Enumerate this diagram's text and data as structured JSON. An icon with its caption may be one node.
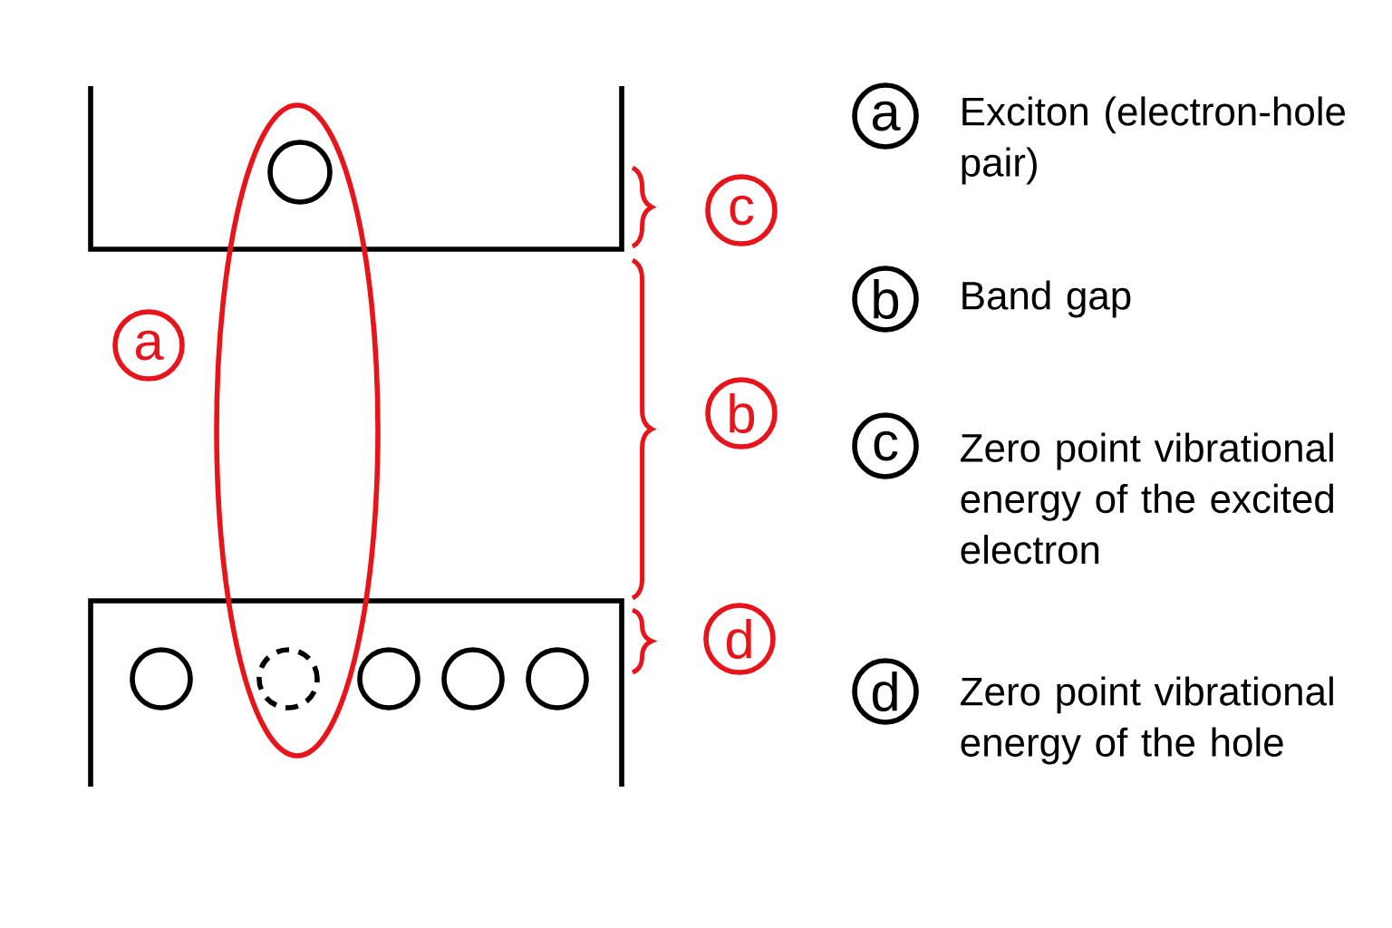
{
  "diagram": {
    "nodes": [
      {
        "text": [],
        "shape": "circle"
      },
      {
        "text": [
          "c"
        ]
      },
      {
        "text": [
          "a"
        ]
      },
      {
        "text": [
          "b"
        ]
      },
      {
        "text": [],
        "shape": "circle"
      },
      {
        "text": [],
        "shape": "circle"
      },
      {
        "text": [],
        "shape": "circle"
      },
      {
        "text": [],
        "shape": "circle"
      },
      {
        "text": [],
        "shape": "circle"
      },
      {
        "text": [
          "d"
        ]
      },
      {
        "text": [
          "a"
        ],
        "beside": [
          "Exciton (electron-hole pair)"
        ]
      },
      {
        "text": [
          "b"
        ],
        "beside": [
          "Band gap"
        ]
      },
      {
        "text": [
          "c"
        ],
        "beside": [
          "Zero point vibrational energy of the excited electron"
        ]
      },
      {
        "text": [
          "d"
        ],
        "beside": [
          "Zero point vibrational energy of the hole"
        ]
      }
    ]
  }
}
